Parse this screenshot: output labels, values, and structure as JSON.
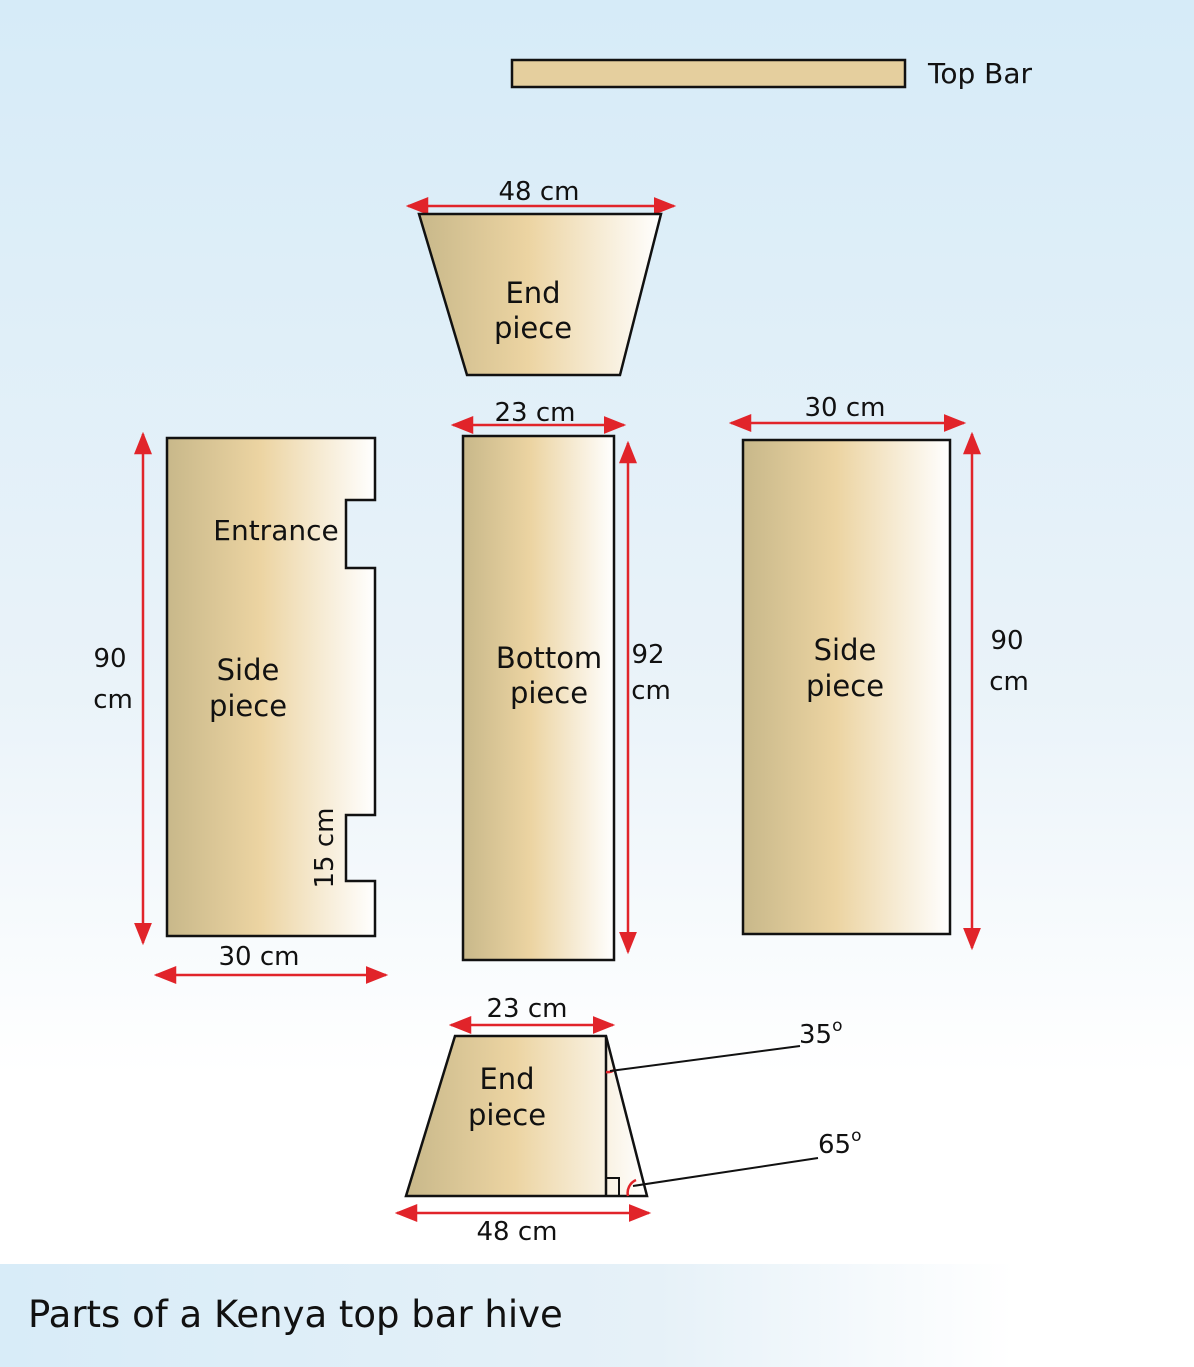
{
  "labels": {
    "top_bar": "Top Bar",
    "end_top_width": "48 cm",
    "end_piece_line1": "End",
    "end_piece_line2": "piece",
    "bottom_width": "23 cm",
    "right_side_width": "30 cm",
    "left_height_num": "90",
    "left_height_unit": "cm",
    "entrance": "Entrance",
    "side_piece_line1": "Side",
    "side_piece_line2": "piece",
    "notch_height": "15 cm",
    "left_side_width": "30 cm",
    "bottom_piece_line1": "Bottom",
    "bottom_piece_line2": "piece",
    "bottom_height_num": "92",
    "bottom_height_unit": "cm",
    "right_height_num": "90",
    "right_height_unit": "cm",
    "end2_top_width": "23 cm",
    "end2_bottom_width": "48 cm",
    "angle_35": "35",
    "angle_65": "65",
    "degree_mark": "o"
  },
  "caption": "Parts of a Kenya top bar hive",
  "colors": {
    "sky_top": "#d6ebf8",
    "wood_dark": "#c8b88a",
    "wood_mid": "#ecd4a2",
    "wood_light": "#ffffff",
    "dimension_red": "#e1242a",
    "outline": "#111111"
  }
}
